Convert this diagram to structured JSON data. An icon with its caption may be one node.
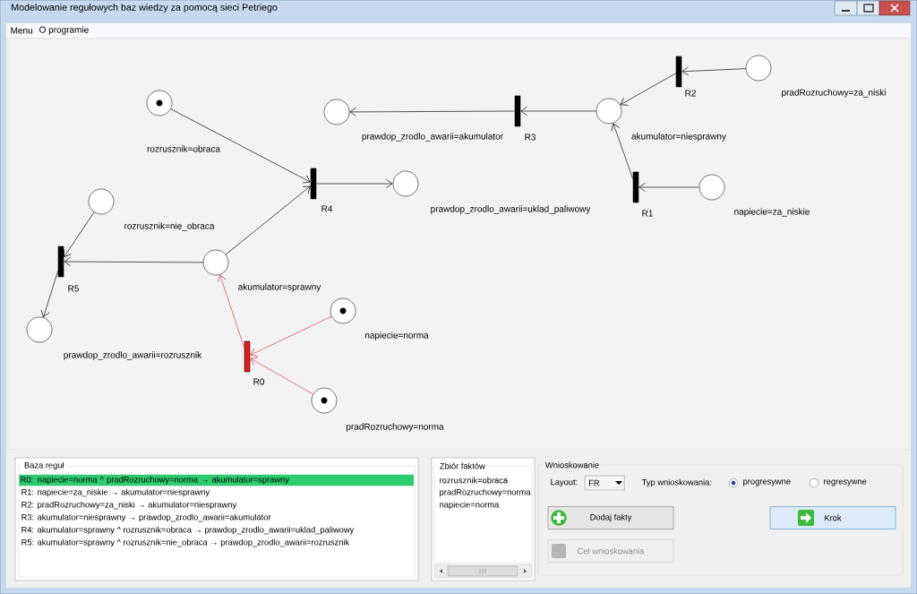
{
  "diagram": {
    "title": "Modelowanie regułowych baz wiedzy za pomocą sieci Petriego",
    "nodes": [
      {
        "text": [],
        "shape": "circle",
        "beside": [
          "rozrusznik=obraca"
        ]
      },
      {
        "text": [],
        "shape": "bar",
        "beside": [
          "R4"
        ]
      },
      {
        "text": [],
        "shape": "circle",
        "beside": [
          "prawdop_zrodlo_awarii=uklad_paliwowy"
        ]
      },
      {
        "text": [],
        "shape": "circle",
        "beside": [
          "rozrusznik=nie_obraca"
        ]
      },
      {
        "text": [],
        "shape": "bar",
        "beside": [
          "R5"
        ]
      },
      {
        "text": [],
        "shape": "circle",
        "beside": [
          "akumulator=sprawny"
        ]
      },
      {
        "text": [],
        "shape": "circle",
        "beside": [
          "prawdop_zrodlo_awarii=rozrusznik"
        ]
      },
      {
        "text": [],
        "shape": "circle",
        "beside": [
          "napiecie=norma"
        ]
      },
      {
        "text": [],
        "shape": "bar",
        "beside": [
          "R0"
        ]
      },
      {
        "text": [],
        "shape": "circle",
        "beside": [
          "pradRozruchowy=norma"
        ]
      },
      {
        "text": [],
        "shape": "circle",
        "beside": [
          "prawdop_zrodlo_awarii=akumulator"
        ]
      },
      {
        "text": [],
        "shape": "bar",
        "beside": [
          "R3"
        ]
      },
      {
        "text": [],
        "shape": "circle",
        "beside": [
          "akumulator=niesprawny"
        ]
      },
      {
        "text": [],
        "shape": "bar",
        "beside": [
          "R2"
        ]
      },
      {
        "text": [],
        "shape": "circle",
        "beside": [
          "pradRozruchowy=za_niski"
        ]
      },
      {
        "text": [],
        "shape": "bar",
        "beside": [
          "R1"
        ]
      },
      {
        "text": [],
        "shape": "circle",
        "beside": [
          "napiecie=za_niskie"
        ]
      }
    ],
    "edges": [
      {
        "from": 0,
        "to": 1,
        "arrow": "to"
      },
      {
        "from": 5,
        "to": 1,
        "arrow": "to"
      },
      {
        "from": 1,
        "to": 2,
        "arrow": "to"
      },
      {
        "from": 3,
        "to": 4,
        "arrow": "to"
      },
      {
        "from": 5,
        "to": 4,
        "arrow": "to"
      },
      {
        "from": 4,
        "to": 6,
        "arrow": "to"
      },
      {
        "from": 7,
        "to": 8,
        "arrow": "to",
        "color": "#e0323c"
      },
      {
        "from": 9,
        "to": 8,
        "arrow": "to",
        "color": "#e0323c"
      },
      {
        "from": 8,
        "to": 5,
        "arrow": "to",
        "color": "#e0323c"
      },
      {
        "from": 12,
        "to": 11,
        "arrow": "to"
      },
      {
        "from": 11,
        "to": 10,
        "arrow": "to"
      },
      {
        "from": 14,
        "to": 13,
        "arrow": "to"
      },
      {
        "from": 13,
        "to": 12,
        "arrow": "to"
      },
      {
        "from": 16,
        "to": 15,
        "arrow": "to"
      },
      {
        "from": 15,
        "to": 12,
        "arrow": "to"
      }
    ],
    "labels": [
      "Menu",
      "O programie",
      "Baza reguł",
      "R0: napiecie=norma ^ pradRozruchowy=norma → akumulator=sprawny",
      "R1: napiecie=za_niskie → akumulator=niesprawny",
      "R2: pradRozruchowy=za_niski → akumulator=niesprawny",
      "R3: akumulator=niesprawny → prawdop_zrodlo_awarii=akumulator",
      "R4: akumulator=sprawny ^ rozrusznik=obraca → prawdop_zrodlo_awarii=uklad_paliwowy",
      "R5: akumulator=sprawny ^ rozrusznik=nie_obraca → prawdop_zrodlo_awarii=rozrusznik",
      "Zbiór faktów",
      "rozrusznik=obraca",
      "pradRozruchowy=norma",
      "napiecie=norma",
      "Wnioskowanie",
      "Layout:",
      "FR",
      "Typ wnioskowania:",
      "progresywne",
      "regresywne",
      "Dodaj fakty",
      "Cel wnioskowania",
      "Krok"
    ]
  }
}
